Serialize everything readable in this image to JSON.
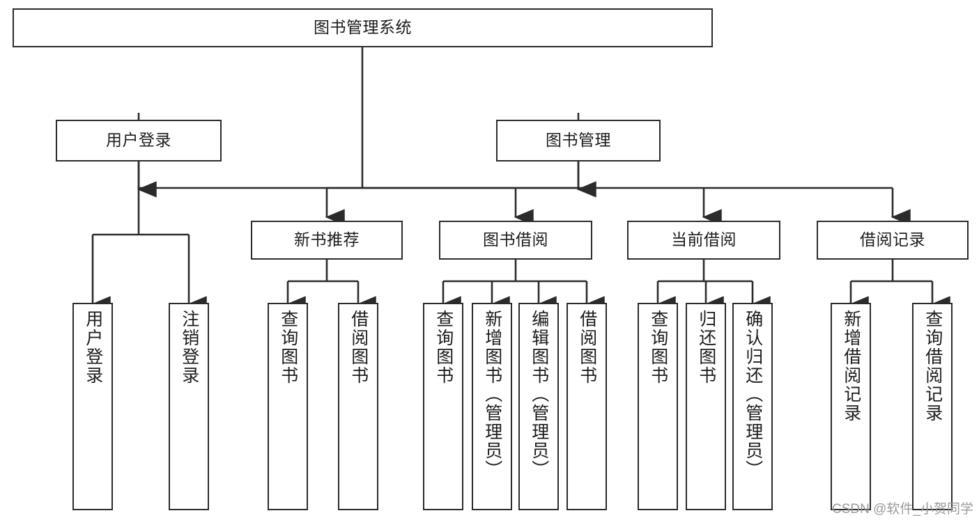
{
  "diagram": {
    "type": "tree-hierarchy",
    "title": "图书管理系统",
    "watermark": "CSDN @软件_小贺同学",
    "colors": {
      "stroke": "#2b2b2b",
      "fill": "#ffffff",
      "text": "#1c1c1c",
      "watermark": "#9a9a9a"
    },
    "nodes": {
      "root": {
        "label": "图书管理系统"
      },
      "level2": [
        {
          "label": "用户登录"
        },
        {
          "label": "图书管理"
        }
      ],
      "level3": [
        {
          "label": "新书推荐"
        },
        {
          "label": "图书借阅"
        },
        {
          "label": "当前借阅"
        },
        {
          "label": "借阅记录"
        }
      ],
      "leaves": {
        "user_login": [
          {
            "label": "用户登录"
          },
          {
            "label": "注销登录"
          }
        ],
        "new_book_recommend": [
          {
            "label": "查询图书"
          },
          {
            "label": "借阅图书"
          }
        ],
        "book_borrow": [
          {
            "label": "查询图书"
          },
          {
            "label": "新增图书（管理员）"
          },
          {
            "label": "编辑图书（管理员）"
          },
          {
            "label": "借阅图书"
          }
        ],
        "current_borrow": [
          {
            "label": "查询图书"
          },
          {
            "label": "归还图书"
          },
          {
            "label": "确认归还（管理员）"
          }
        ],
        "borrow_record": [
          {
            "label": "新增借阅记录"
          },
          {
            "label": "查询借阅记录"
          }
        ]
      }
    }
  }
}
